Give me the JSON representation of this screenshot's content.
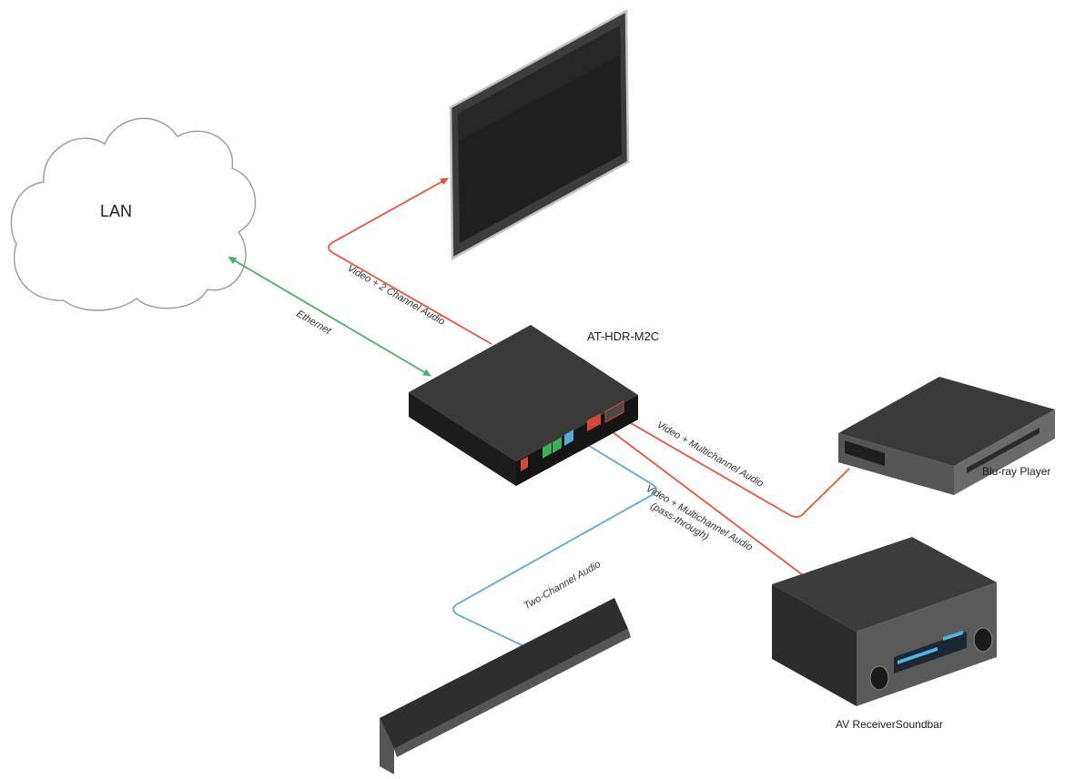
{
  "devices": {
    "lan": "LAN",
    "hub": "AT-HDR-M2C",
    "bluray": "Blu-ray Player",
    "receiver": "AV ReceiverSoundbar"
  },
  "connections": {
    "ethernet": "Ethernet",
    "display": "Video + 2 Channel Audio",
    "bluray_in": "Video + Multichannel Audio",
    "receiver_out_1": "Video + Multichannel Audio",
    "receiver_out_2": "(pass-through)",
    "soundbar": "Two-Channel Audio"
  },
  "colors": {
    "ethernet": "#4caf6a",
    "hdmi": "#e8553a",
    "audio": "#5aa8d8",
    "device": "#2a2a2a"
  }
}
